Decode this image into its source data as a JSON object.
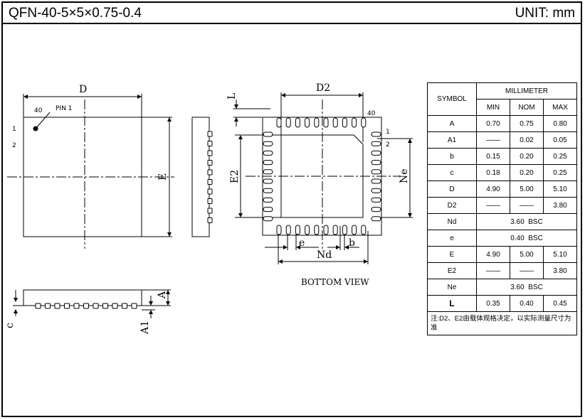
{
  "header": {
    "title": "QFN-40-5×5×0.75-0.4",
    "unit": "UNIT: mm"
  },
  "drawing": {
    "labels": {
      "D": "D",
      "E": "E",
      "D2": "D2",
      "E2": "E2",
      "L": "L",
      "Ne": "Ne",
      "Nd": "Nd",
      "e": "e",
      "b": "b",
      "A": "A",
      "A1": "A1",
      "c": "c",
      "pin1": "PIN 1",
      "n40": "40",
      "n1": "1",
      "n2": "2",
      "bottom_view": "BOTTOM VIEW"
    }
  },
  "table": {
    "symbol_header": "SYMBOL",
    "unit_header": "MILLIMETER",
    "col_headers": [
      "MIN",
      "NOM",
      "MAX"
    ],
    "dash": "——",
    "rows": [
      {
        "symbol": "A",
        "min": "0.70",
        "nom": "0.75",
        "max": "0.80"
      },
      {
        "symbol": "A1",
        "min": "——",
        "nom": "0.02",
        "max": "0.05"
      },
      {
        "symbol": "b",
        "min": "0.15",
        "nom": "0.20",
        "max": "0.25"
      },
      {
        "symbol": "c",
        "min": "0.18",
        "nom": "0.20",
        "max": "0.25"
      },
      {
        "symbol": "D",
        "min": "4.90",
        "nom": "5.00",
        "max": "5.10"
      },
      {
        "symbol": "D2",
        "min": "——",
        "nom": "——",
        "max": "3.80"
      },
      {
        "symbol": "Nd",
        "span": "3.60  BSC"
      },
      {
        "symbol": "e",
        "span": "0.40  BSC"
      },
      {
        "symbol": "E",
        "min": "4.90",
        "nom": "5.00",
        "max": "5.10"
      },
      {
        "symbol": "E2",
        "min": "——",
        "nom": "——",
        "max": "3.80"
      },
      {
        "symbol": "Ne",
        "span": "3.60  BSC"
      },
      {
        "symbol": "L",
        "min": "0.35",
        "nom": "0.40",
        "max": "0.45"
      }
    ],
    "note": "注:D2、E2由载体规格决定，以实际测量尺寸为准"
  }
}
